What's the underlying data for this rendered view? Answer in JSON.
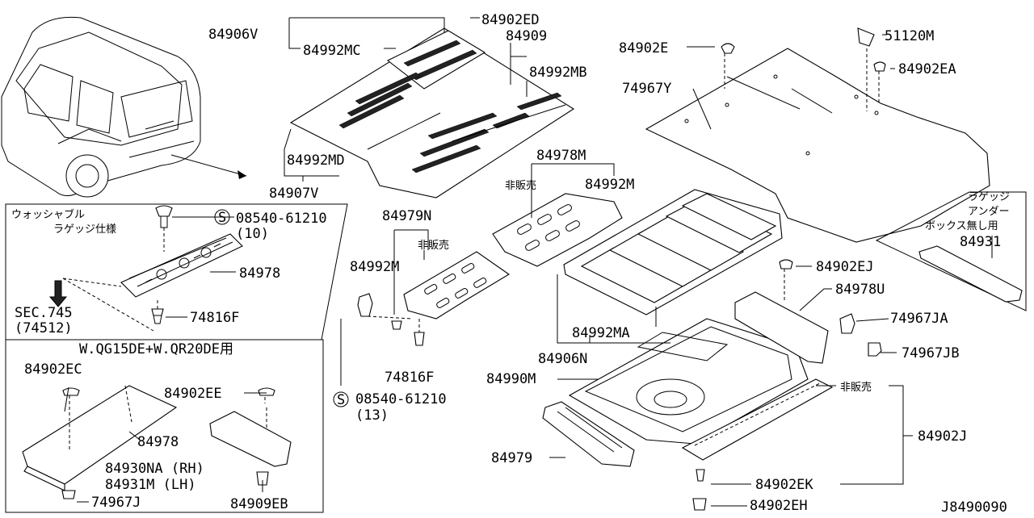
{
  "labels": {
    "p84906V": "84906V",
    "p84992MC": "84992MC",
    "p84902ED": "84902ED",
    "p84909": "84909",
    "p84992MB": "84992MB",
    "p84992MD": "84992MD",
    "p84907V": "84907V",
    "p84902E": "84902E",
    "p51120M": "51120M",
    "p84902EA": "84902EA",
    "p74967Y": "74967Y",
    "p84978M": "84978M",
    "hihanbai1": "非販売",
    "p84992M_a": "84992M",
    "p84979N": "84979N",
    "hihanbai2": "非販売",
    "p84992M_b": "84992M",
    "p84992MA": "84992MA",
    "p84906N": "84906N",
    "p74816F_b": "74816F",
    "p84990M": "84990M",
    "s08540_b": "08540-61210",
    "s13": "(13)",
    "p84979": "84979",
    "p84902EJ": "84902EJ",
    "p84978U": "84978U",
    "p74967JA": "74967JA",
    "p74967JB": "74967JB",
    "hihanbai3": "非販売",
    "p84902J": "84902J",
    "p84902EK": "84902EK",
    "p84902EH": "84902EH",
    "luggage1": "ラゲッジ",
    "luggage2": "アンダー",
    "luggage3": "ボックス無し用",
    "p84931": "84931",
    "washable1": "ウォッシャブル",
    "washable2": "ラゲッジ仕様",
    "s08540_a": "08540-61210",
    "s10": "(10)",
    "p84978_a": "84978",
    "sec745": "SEC.745",
    "sec74512": "(74512)",
    "p74816F_a": "74816F",
    "engine": "W.QG15DE+W.QR20DE用",
    "p84902EC": "84902EC",
    "p84902EE": "84902EE",
    "p84978_b": "84978",
    "p84930NA": "84930NA (RH)",
    "p84931M": "84931M  (LH)",
    "p74967J": "74967J",
    "p84909EB": "84909EB",
    "code": "J8490090",
    "s_mark": "S"
  }
}
